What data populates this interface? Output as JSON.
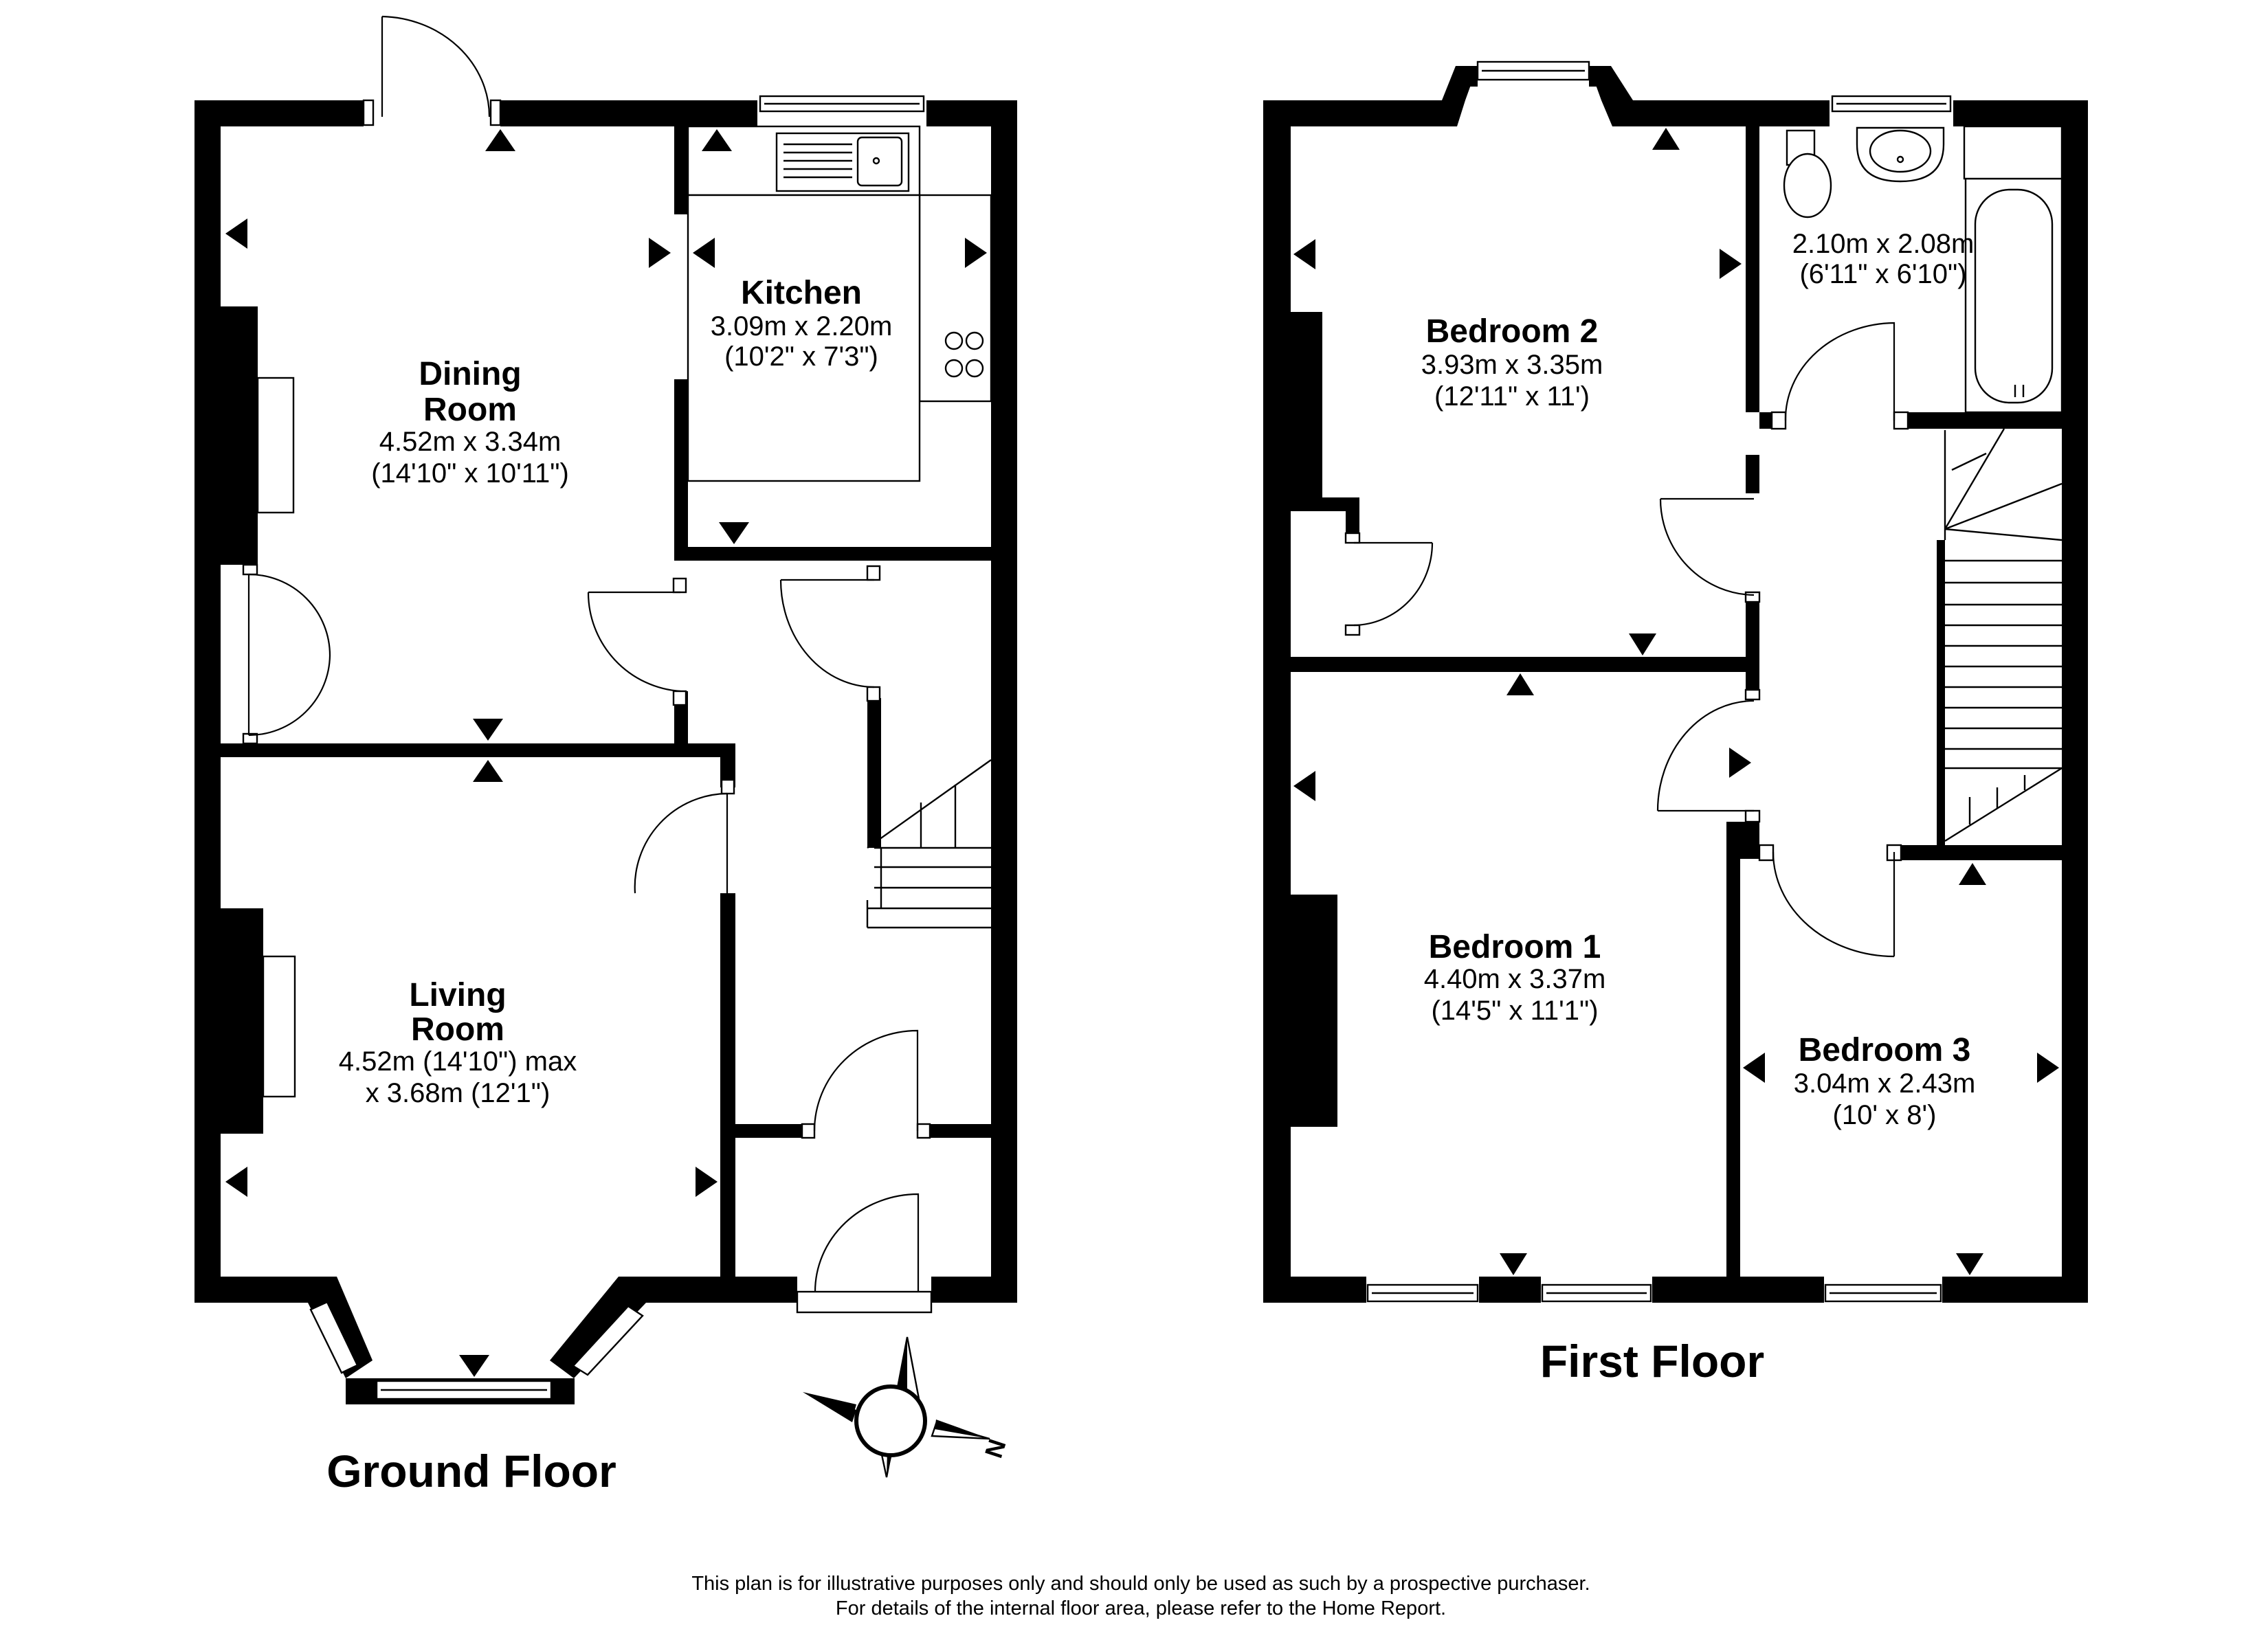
{
  "floors": {
    "ground": {
      "title": "Ground Floor",
      "rooms": {
        "dining": {
          "name_1": "Dining",
          "name_2": "Room",
          "dim_1": "4.52m x 3.34m",
          "dim_2": "(14'10\" x 10'11\")"
        },
        "kitchen": {
          "name_1": "Kitchen",
          "dim_1": "3.09m x 2.20m",
          "dim_2": "(10'2\" x 7'3\")"
        },
        "living": {
          "name_1": "Living",
          "name_2": "Room",
          "dim_1": "4.52m (14'10\") max",
          "dim_2": "x 3.68m (12'1\")"
        }
      }
    },
    "first": {
      "title": "First Floor",
      "rooms": {
        "bathroom": {
          "dim_1": "2.10m x 2.08m",
          "dim_2": "(6'11\" x 6'10\")"
        },
        "bedroom2": {
          "name_1": "Bedroom 2",
          "dim_1": "3.93m x 3.35m",
          "dim_2": "(12'11\" x 11')"
        },
        "bedroom1": {
          "name_1": "Bedroom 1",
          "dim_1": "4.40m x 3.37m",
          "dim_2": "(14'5\" x 11'1\")"
        },
        "bedroom3": {
          "name_1": "Bedroom 3",
          "dim_1": "3.04m x 2.43m",
          "dim_2": "(10' x 8')"
        }
      }
    }
  },
  "compass": {
    "label": "N"
  },
  "disclaimer": {
    "line_1": "This plan is for illustrative purposes only and should only be used as such by a prospective purchaser.",
    "line_2": "For details of the internal floor area, please refer to the Home Report."
  }
}
